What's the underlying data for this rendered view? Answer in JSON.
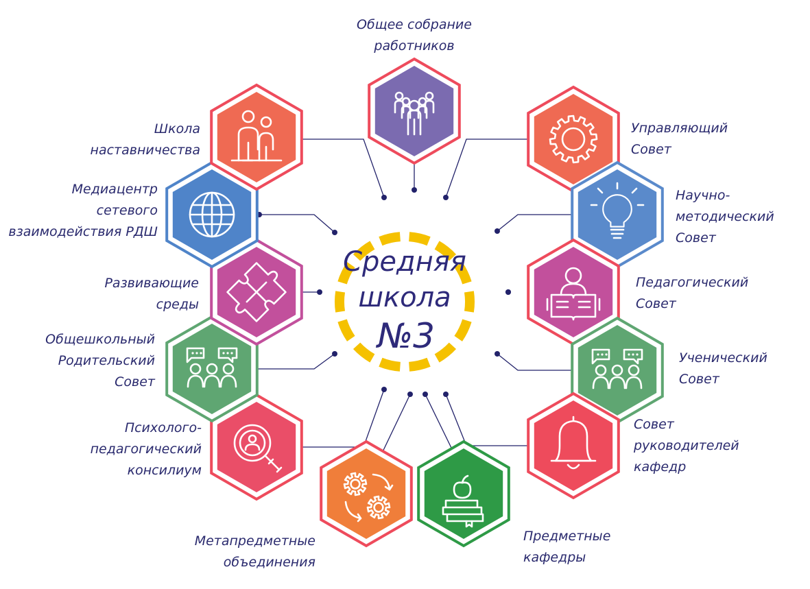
{
  "center": {
    "line1": "Средняя",
    "line2": "школа",
    "line3": "№3",
    "ring_color": "#F5C100"
  },
  "nodes": [
    {
      "id": "obshee",
      "lines": [
        "Общее собрание",
        "работников"
      ],
      "color": "#7B6BB0",
      "border": "#EE4B5C",
      "icon": "group-people-icon"
    },
    {
      "id": "upravl",
      "lines": [
        "Управляющий",
        "Совет"
      ],
      "color": "#EF6A53",
      "border": "#EE4B5C",
      "icon": "gear-icon"
    },
    {
      "id": "nauchno",
      "lines": [
        "Научно-",
        "методический",
        "Совет"
      ],
      "color": "#5A8ACB",
      "border": "#5A8ACB",
      "icon": "light-bulb-icon"
    },
    {
      "id": "pedagog",
      "lines": [
        "Педагогический",
        "Совет"
      ],
      "color": "#C2509C",
      "border": "#EE4B5C",
      "icon": "reading-person-icon"
    },
    {
      "id": "uchen",
      "lines": [
        "Ученический",
        "Совет"
      ],
      "color": "#5FA672",
      "border": "#5FA672",
      "icon": "chat-people-icon"
    },
    {
      "id": "sovet-ruk",
      "lines": [
        "Совет",
        "руководителей",
        "кафедр"
      ],
      "color": "#EE4B5C",
      "border": "#EE4B5C",
      "icon": "bell-icon"
    },
    {
      "id": "predmet",
      "lines": [
        "Предметные",
        "кафедры"
      ],
      "color": "#2E9A46",
      "border": "#2E9A46",
      "icon": "books-apple-icon"
    },
    {
      "id": "metapred",
      "lines": [
        "Метапредметные",
        "объединения"
      ],
      "color": "#F07E3A",
      "border": "#EE4B5C",
      "icon": "gears-cycle-icon"
    },
    {
      "id": "psych",
      "lines": [
        "Психолого-",
        "педагогический",
        "консилиум"
      ],
      "color": "#EA4E68",
      "border": "#EE4B5C",
      "icon": "magnifier-person-icon"
    },
    {
      "id": "roditel",
      "lines": [
        "Общешкольный",
        "Родительский",
        "Совет"
      ],
      "color": "#5FA672",
      "border": "#5FA672",
      "icon": "chat-people-icon"
    },
    {
      "id": "razviv",
      "lines": [
        "Развивающие",
        "среды"
      ],
      "color": "#C2509C",
      "border": "#C2509C",
      "icon": "puzzle-icon"
    },
    {
      "id": "media",
      "lines": [
        "Медиацентр",
        "сетевого",
        "взаимодействия РДШ"
      ],
      "color": "#4F84C9",
      "border": "#4F84C9",
      "icon": "globe-icon"
    },
    {
      "id": "shkola-nast",
      "lines": [
        "Школа",
        "наставничества"
      ],
      "color": "#EF6A53",
      "border": "#EE4B5C",
      "icon": "mentor-people-icon"
    }
  ]
}
